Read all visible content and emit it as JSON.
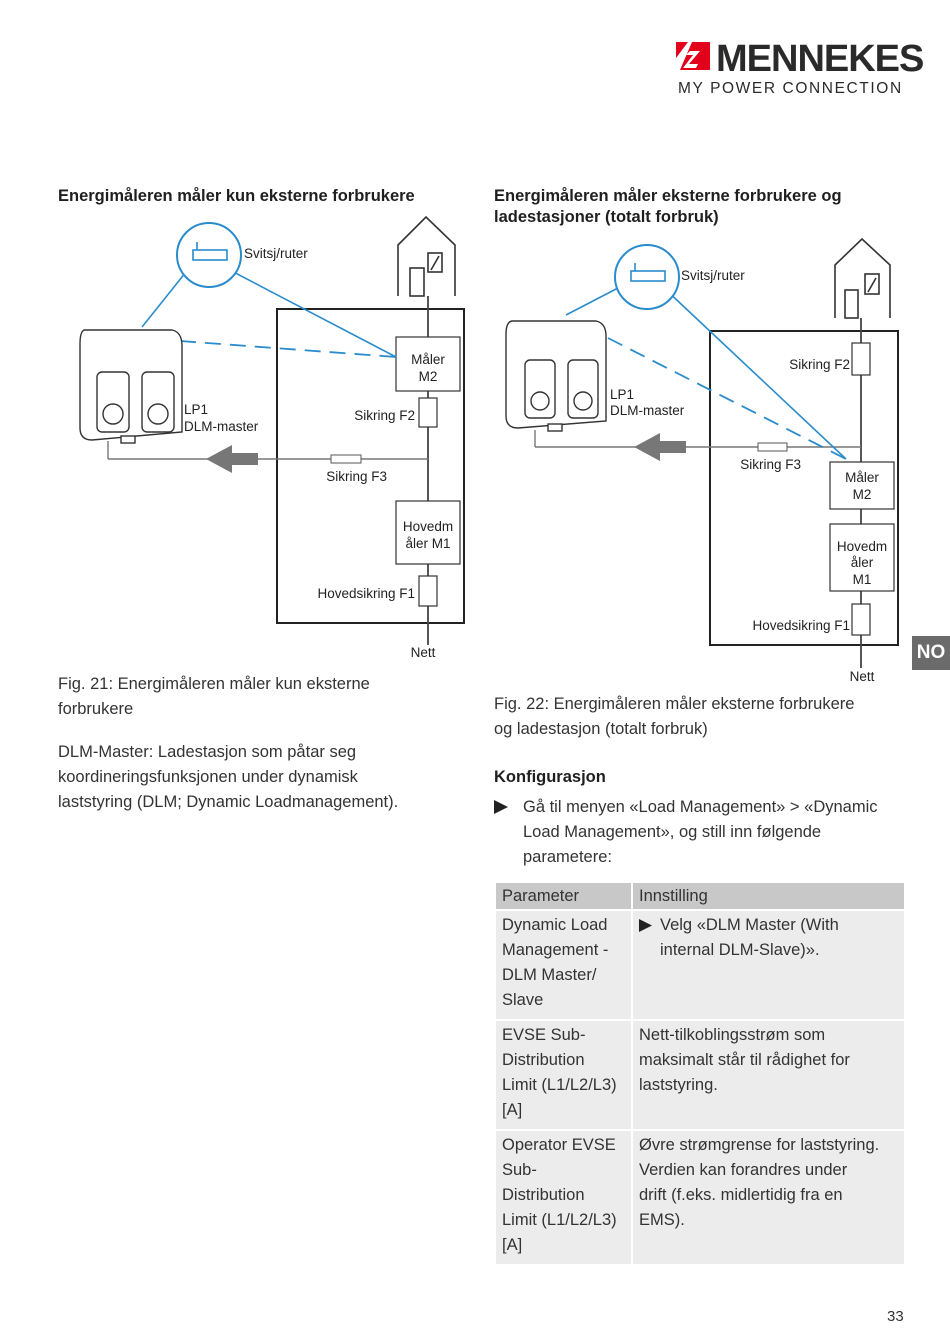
{
  "header": {
    "brand": "MENNEKES",
    "tagline": "MY POWER CONNECTION",
    "logo_color": "#e2001a"
  },
  "left": {
    "heading": "Energimåleren måler kun eksterne forbrukere",
    "diagram": {
      "switch_label": "Svitsj/ruter",
      "meter2": [
        "Måler",
        "M2"
      ],
      "fuse_f2": "Sikring F2",
      "fuse_f3": "Sikring F3",
      "lp1": [
        "LP1",
        "DLM-master"
      ],
      "main_meter": [
        "Hovedm",
        "åler M1"
      ],
      "main_fuse": "Hovedsikring F1",
      "grid": "Nett"
    },
    "caption": [
      "Fig. 21: Energimåleren måler kun eksterne",
      "forbrukere"
    ],
    "note": [
      "DLM-Master: Ladestasjon som påtar seg",
      "koordineringsfunksjonen under dynamisk",
      "laststyring (DLM; Dynamic Loadmanagement)."
    ]
  },
  "right": {
    "heading": [
      "Energimåleren måler eksterne forbrukere og",
      "ladestasjoner (totalt forbruk)"
    ],
    "diagram": {
      "switch_label": "Svitsj/ruter",
      "fuse_f2": "Sikring F2",
      "lp1": [
        "LP1",
        "DLM-master"
      ],
      "fuse_f3": "Sikring F3",
      "meter2": [
        "Måler",
        "M2"
      ],
      "main_meter": [
        "Hovedm",
        "åler",
        "M1"
      ],
      "main_fuse": "Hovedsikring F1",
      "grid": "Nett"
    },
    "caption": [
      "Fig. 22: Energimåleren måler eksterne forbrukere",
      "og ladestasjon (totalt forbruk)"
    ],
    "config_heading": "Konfigurasjon",
    "instruction": [
      "Gå til menyen «Load Management» > «Dynamic",
      "Load Management», og still inn følgende",
      "parametere:"
    ],
    "table": {
      "headers": [
        "Parameter",
        "Innstilling"
      ],
      "rows": [
        {
          "param": [
            "Dynamic Load",
            "Management -",
            "DLM Master/",
            "Slave"
          ],
          "setting": [
            "Velg «DLM Master (With",
            "internal DLM-Slave)»."
          ]
        },
        {
          "param": [
            "EVSE Sub-",
            "Distribution",
            "Limit (L1/L2/L3)",
            "[A]"
          ],
          "setting": [
            "Nett-tilkoblingsstrøm som",
            "maksimalt står til rådighet for",
            "laststyring."
          ]
        },
        {
          "param": [
            "Operator EVSE",
            "Sub-",
            "Distribution",
            "Limit (L1/L2/L3)",
            "[A]"
          ],
          "setting": [
            "Øvre strømgrense for laststyring.",
            "Verdien kan forandres under",
            "drift (f.eks. midlertidig fra en",
            "EMS)."
          ]
        }
      ]
    }
  },
  "side_tab": "NO",
  "page_number": "33",
  "colors": {
    "switch_blue": "#2a8ccc",
    "tab_gray": "#6b6b6b"
  }
}
